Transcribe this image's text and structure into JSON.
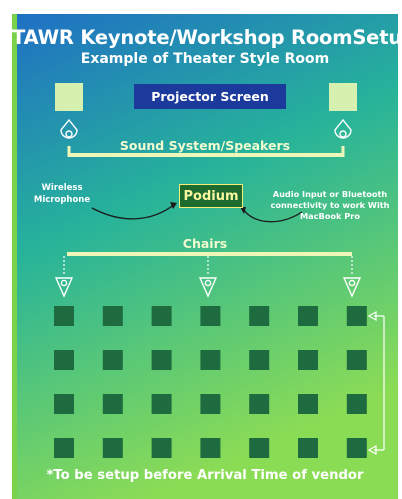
{
  "title": "TAWR Keynote/Workshop RoomSetup",
  "subtitle": "Example of Theater Style Room",
  "projector_screen": "Projector Screen",
  "sound_system": "Sound System/Speakers",
  "podium": "Podium",
  "wireless_microphone": "Wireless Microphone",
  "audio_input": "Audio Input or Bluetooth connectivity to work With MacBook Pro",
  "chairs": "Chairs",
  "footnote": "*To be setup before Arrival Time of vendor",
  "seating": {
    "rows": 4,
    "columns": 7
  },
  "colors": {
    "gradient_top": "#1f6fc4",
    "gradient_mid": "#27b39a",
    "gradient_bottom": "#8bdc55",
    "speaker_box": "#d6f0b0",
    "projector": "#1b3a9c",
    "chair": "#1d6b3e",
    "podium": "#1e6b2e",
    "line": "#eef7b8",
    "left_bar": "#7ad24a"
  },
  "icons": [
    "speaker-icon",
    "chair-marker-icon",
    "curved-arrow"
  ]
}
